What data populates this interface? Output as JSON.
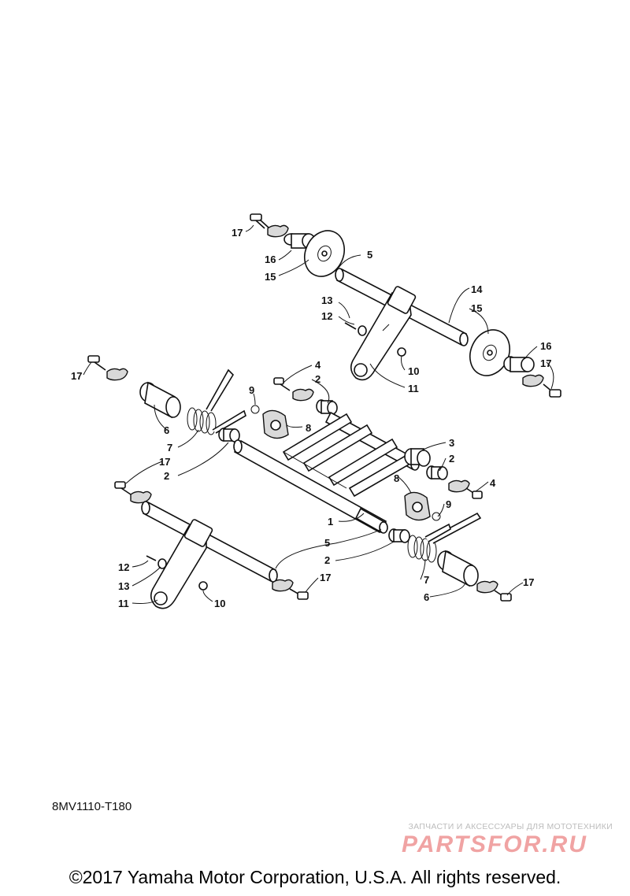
{
  "diagram": {
    "callouts": [
      "17",
      "16",
      "15",
      "5",
      "14",
      "15",
      "13",
      "12",
      "10",
      "11",
      "16",
      "17",
      "4",
      "2",
      "9",
      "8",
      "17",
      "6",
      "7",
      "2",
      "17",
      "3",
      "2",
      "8",
      "9",
      "4",
      "1",
      "5",
      "2",
      "12",
      "13",
      "11",
      "10",
      "17",
      "7",
      "6",
      "17"
    ]
  },
  "footer": {
    "drawing_code": "8MV1110-T180",
    "copyright": "©2017 Yamaha Motor Corporation, U.S.A. All rights reserved."
  },
  "watermark": {
    "tagline": "ЗАПЧАСТИ И АКСЕССУАРЫ ДЛЯ МОТОТЕХНИКИ",
    "logo": "PARTSFOR.RU"
  }
}
